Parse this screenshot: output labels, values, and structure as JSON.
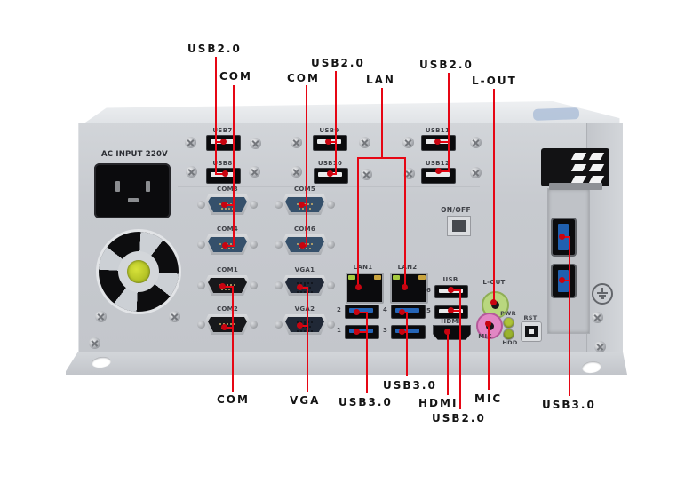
{
  "colors": {
    "accent_red": "#e60614",
    "usb3_blue": "#2565b8",
    "audio_line_out_green": "#b9d77f",
    "audio_mic_pink": "#e287c4",
    "led_green": "#aec437",
    "chassis_gray": "#c7cacf"
  },
  "callouts": {
    "top": [
      "USB2.0",
      "COM",
      "COM",
      "USB2.0",
      "LAN",
      "USB2.0",
      "L-OUT"
    ],
    "bottom": [
      "COM",
      "VGA",
      "USB3.0",
      "USB3.0",
      "HDMI",
      "USB2.0",
      "MIC",
      "USB3.0"
    ]
  },
  "panel": {
    "ac_input_label": "AC INPUT 220V",
    "usb2_ports": [
      "USB7",
      "USB8",
      "USB9",
      "USB10",
      "USB11",
      "USB12"
    ],
    "com_ports": [
      "COM3",
      "COM5",
      "COM4",
      "COM6",
      "COM1",
      "COM2"
    ],
    "vga_ports": [
      "VGA1",
      "VGA2"
    ],
    "lan_ports": [
      "LAN1",
      "LAN2"
    ],
    "usb3_numbers": [
      "2",
      "1",
      "4",
      "3"
    ],
    "usb_group_label": "USB",
    "usb_group_numbers": [
      "6",
      "5"
    ],
    "hdmi_label": "HDMI",
    "power_button_label": "ON/OFF",
    "line_out_label": "L-OUT",
    "mic_label": "MIC",
    "pwr_led_label": "PWR",
    "hdd_led_label": "HDD",
    "reset_label": "RST"
  }
}
